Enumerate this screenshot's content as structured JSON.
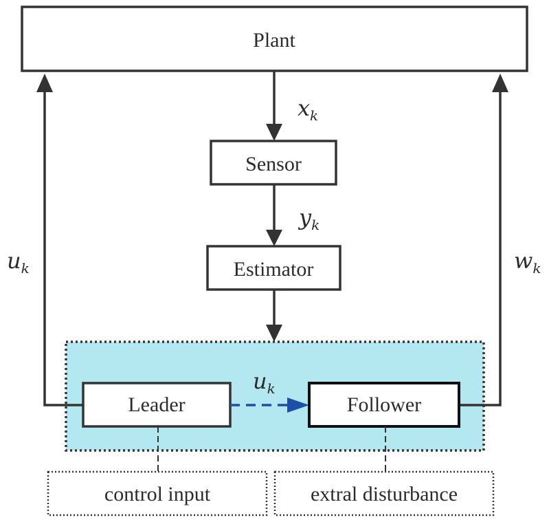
{
  "blocks": {
    "plant": "Plant",
    "sensor": "Sensor",
    "estimator": "Estimator",
    "leader": "Leader",
    "follower": "Follower"
  },
  "signals": {
    "plant_to_sensor": {
      "base": "x",
      "sub": "k"
    },
    "sensor_to_estimator": {
      "base": "y",
      "sub": "k"
    },
    "leader_to_plant": {
      "base": "u",
      "sub": "k"
    },
    "follower_to_plant": {
      "base": "w",
      "sub": "k"
    },
    "leader_to_follower": {
      "base": "u",
      "sub": "k"
    }
  },
  "annotations": {
    "leader_note": "control input",
    "follower_note": "extral disturbance"
  },
  "colors": {
    "line": "#333333",
    "group_fill": "#b3e8f0",
    "dashed_arrow": "#1c4fa8"
  }
}
